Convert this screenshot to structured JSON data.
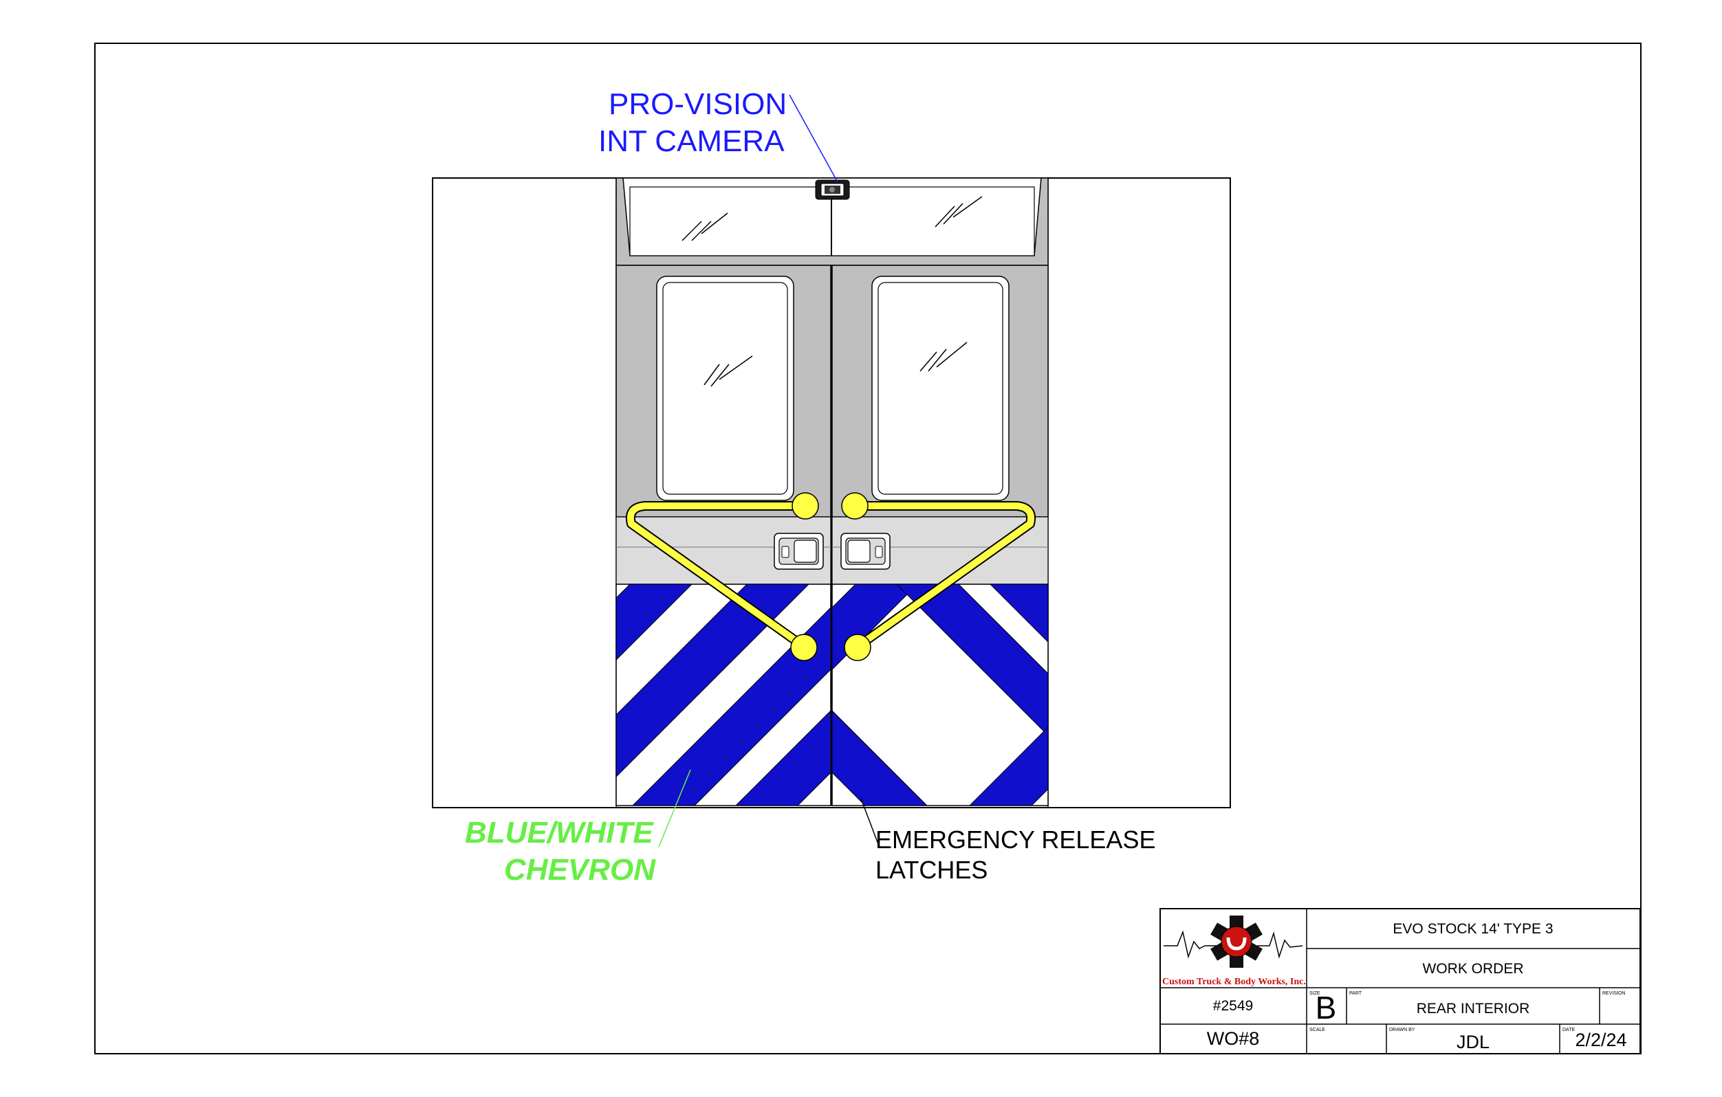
{
  "callouts": {
    "camera_line1": "PRO-VISION",
    "camera_line2": "INT CAMERA",
    "chevron_line1": "BLUE/WHITE",
    "chevron_line2": "CHEVRON",
    "release_line1": "EMERGENCY RELEASE",
    "release_line2": "LATCHES"
  },
  "title_block": {
    "title": "EVO STOCK 14' TYPE 3",
    "subtitle": "WORK ORDER",
    "number": "#2549",
    "work_order": "WO#8",
    "size_label": "SIZE",
    "size": "B",
    "part_label": "PART",
    "part": "REAR INTERIOR",
    "revision_label": "REVISION",
    "scale_label": "SCALE",
    "drawn_by_label": "DRAWN BY",
    "drawn_by": "JDL",
    "date_label": "DATE",
    "date": "2/2/24",
    "logo_text": "Custom Truck & Body Works, Inc."
  },
  "colors": {
    "chevron_blue": "#1010cc",
    "chevron_white": "#ffffff",
    "grab_bar_yellow": "#ffff44",
    "door_gray": "#bfbfbf",
    "kick_gray": "#dcdcdc",
    "callout_blue": "#1a1aff",
    "callout_green": "#66ee44",
    "logo_red": "#cc1111"
  },
  "icons": {
    "camera": "camera-icon",
    "logo": "star-of-life-logo"
  }
}
